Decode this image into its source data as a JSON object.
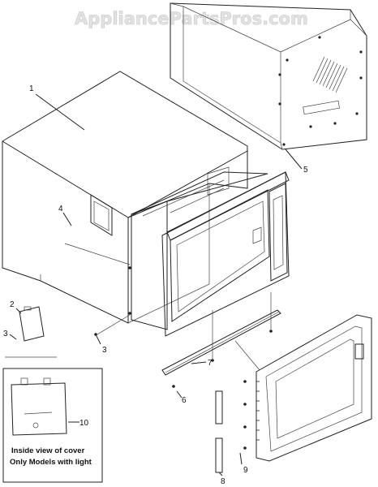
{
  "watermark": "AppliancePartsPros.com",
  "callouts": {
    "c1": "1",
    "c2": "2",
    "c3a": "3",
    "c3b": "3",
    "c4": "4",
    "c5": "5",
    "c6": "6",
    "c7": "7",
    "c8": "8",
    "c9": "9",
    "c10": "10"
  },
  "inset_caption": {
    "line1": "Inside view of cover",
    "line2": "Only Models with light"
  },
  "colors": {
    "line": "#222222",
    "watermark": "#e2e2e2"
  }
}
